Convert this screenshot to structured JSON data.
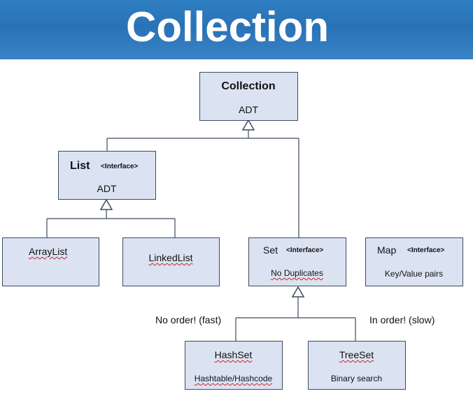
{
  "title": "Collection",
  "nodes": {
    "collection": {
      "name": "Collection",
      "sub": "ADT"
    },
    "list": {
      "name": "List",
      "tag": "<Interface>",
      "sub": "ADT"
    },
    "arraylist": {
      "name": "ArrayList"
    },
    "linkedlist": {
      "name": "LinkedList"
    },
    "set": {
      "name": "Set",
      "tag": "<Interface>",
      "sub": "No Duplicates"
    },
    "map": {
      "name": "Map",
      "tag": "<Interface>",
      "sub": "Key/Value pairs"
    },
    "hashset": {
      "name": "HashSet",
      "sub": "Hashtable/Hashcode"
    },
    "treeset": {
      "name": "TreeSet",
      "sub": "Binary search"
    }
  },
  "edge_labels": {
    "hashset": "No order! (fast)",
    "treeset": "In order! (slow)"
  }
}
